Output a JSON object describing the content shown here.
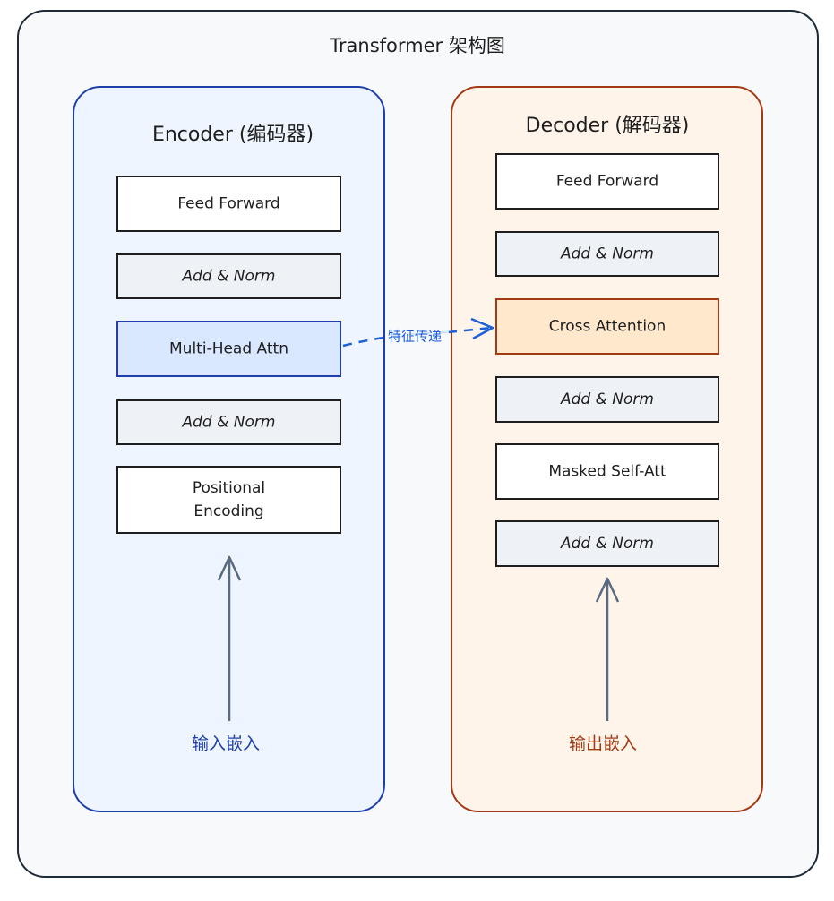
{
  "title": "Transformer 架构图",
  "colors": {
    "outer_fill": "#f8f9fb",
    "outer_stroke": "#1e2a38",
    "encoder_fill": "#eef5ff",
    "encoder_stroke": "#1f3fa8",
    "decoder_fill": "#fff4ea",
    "decoder_stroke": "#a33a13",
    "block_white": "#ffffff",
    "block_gray": "#eef2f7",
    "block_blue": "#d9e8ff",
    "block_orange": "#ffe8cc",
    "block_stroke": "#1e1e1e",
    "arrow_gray": "#5a6a80",
    "blue_text": "#1f3fa8",
    "orange_text": "#a33a13",
    "dashed_blue": "#1c5fd6"
  },
  "encoder": {
    "title": "Encoder (编码器)",
    "blocks": [
      {
        "label": "Feed Forward",
        "style": "white"
      },
      {
        "label": "Add & Norm",
        "style": "gray"
      },
      {
        "label": "Multi-Head Attn",
        "style": "blue"
      },
      {
        "label": "Add & Norm",
        "style": "gray"
      },
      {
        "label": "Positional\nEncoding",
        "style": "white"
      }
    ],
    "input_label": "输入嵌入"
  },
  "decoder": {
    "title": "Decoder (解码器)",
    "blocks": [
      {
        "label": "Feed Forward",
        "style": "white"
      },
      {
        "label": "Add & Norm",
        "style": "gray"
      },
      {
        "label": "Cross Attention",
        "style": "orange"
      },
      {
        "label": "Add & Norm",
        "style": "gray"
      },
      {
        "label": "Masked Self-Att",
        "style": "white"
      },
      {
        "label": "Add & Norm",
        "style": "gray"
      }
    ],
    "input_label": "输出嵌入"
  },
  "connection": {
    "label": "特征传递"
  }
}
